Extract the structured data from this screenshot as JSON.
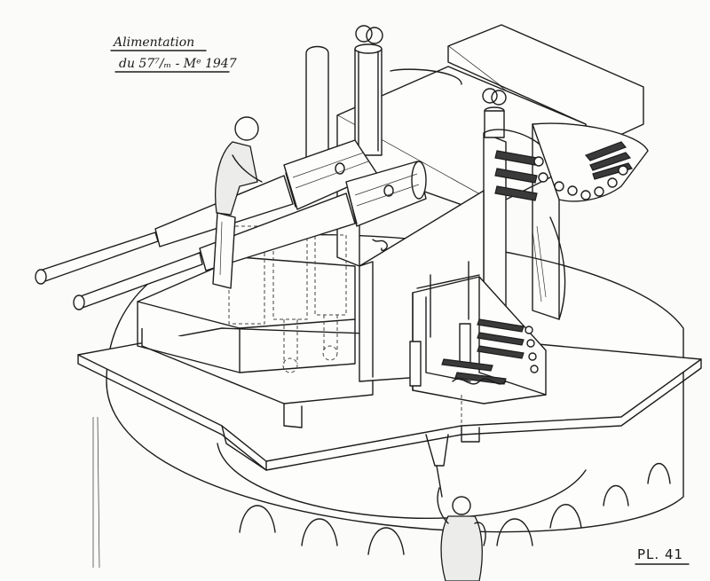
{
  "caption": {
    "line1": "Alimentation",
    "line2": "du 57⁷/ₘ - Mᵉ 1947"
  },
  "plate_label": "PL. 41",
  "colors": {
    "ink": "#1d1d1d",
    "paper": "#fbfbfa"
  }
}
